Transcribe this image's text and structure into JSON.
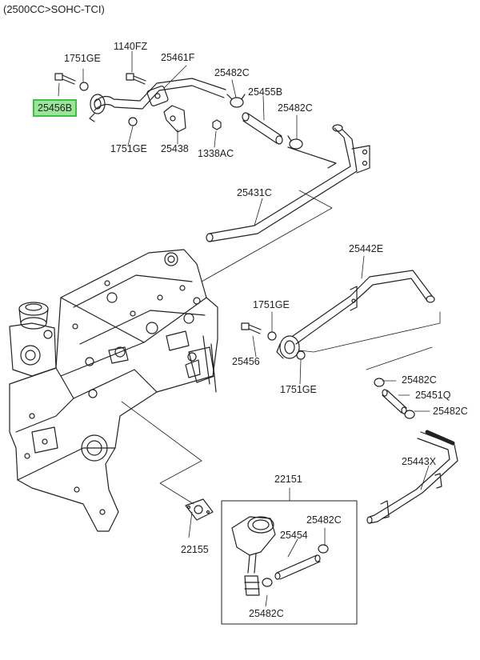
{
  "header": "(2500CC>SOHC-TCI)",
  "highlighted_part": "25456B",
  "labels": {
    "p1751GE_a": "1751GE",
    "p1140FZ": "1140FZ",
    "p25461F": "25461F",
    "p25456B": "25456B",
    "p1751GE_b": "1751GE",
    "p25438": "25438",
    "p1338AC": "1338AC",
    "p25482C_a": "25482C",
    "p25455B": "25455B",
    "p25482C_b": "25482C",
    "p25431C": "25431C",
    "p25442E": "25442E",
    "p1751GE_c": "1751GE",
    "p25456": "25456",
    "p1751GE_d": "1751GE",
    "p25482C_c": "25482C",
    "p25451Q": "25451Q",
    "p25482C_d": "25482C",
    "p25443X": "25443X",
    "p22151": "22151",
    "p22155": "22155",
    "p25482C_e": "25482C",
    "p25454": "25454",
    "p25482C_f": "25482C"
  }
}
